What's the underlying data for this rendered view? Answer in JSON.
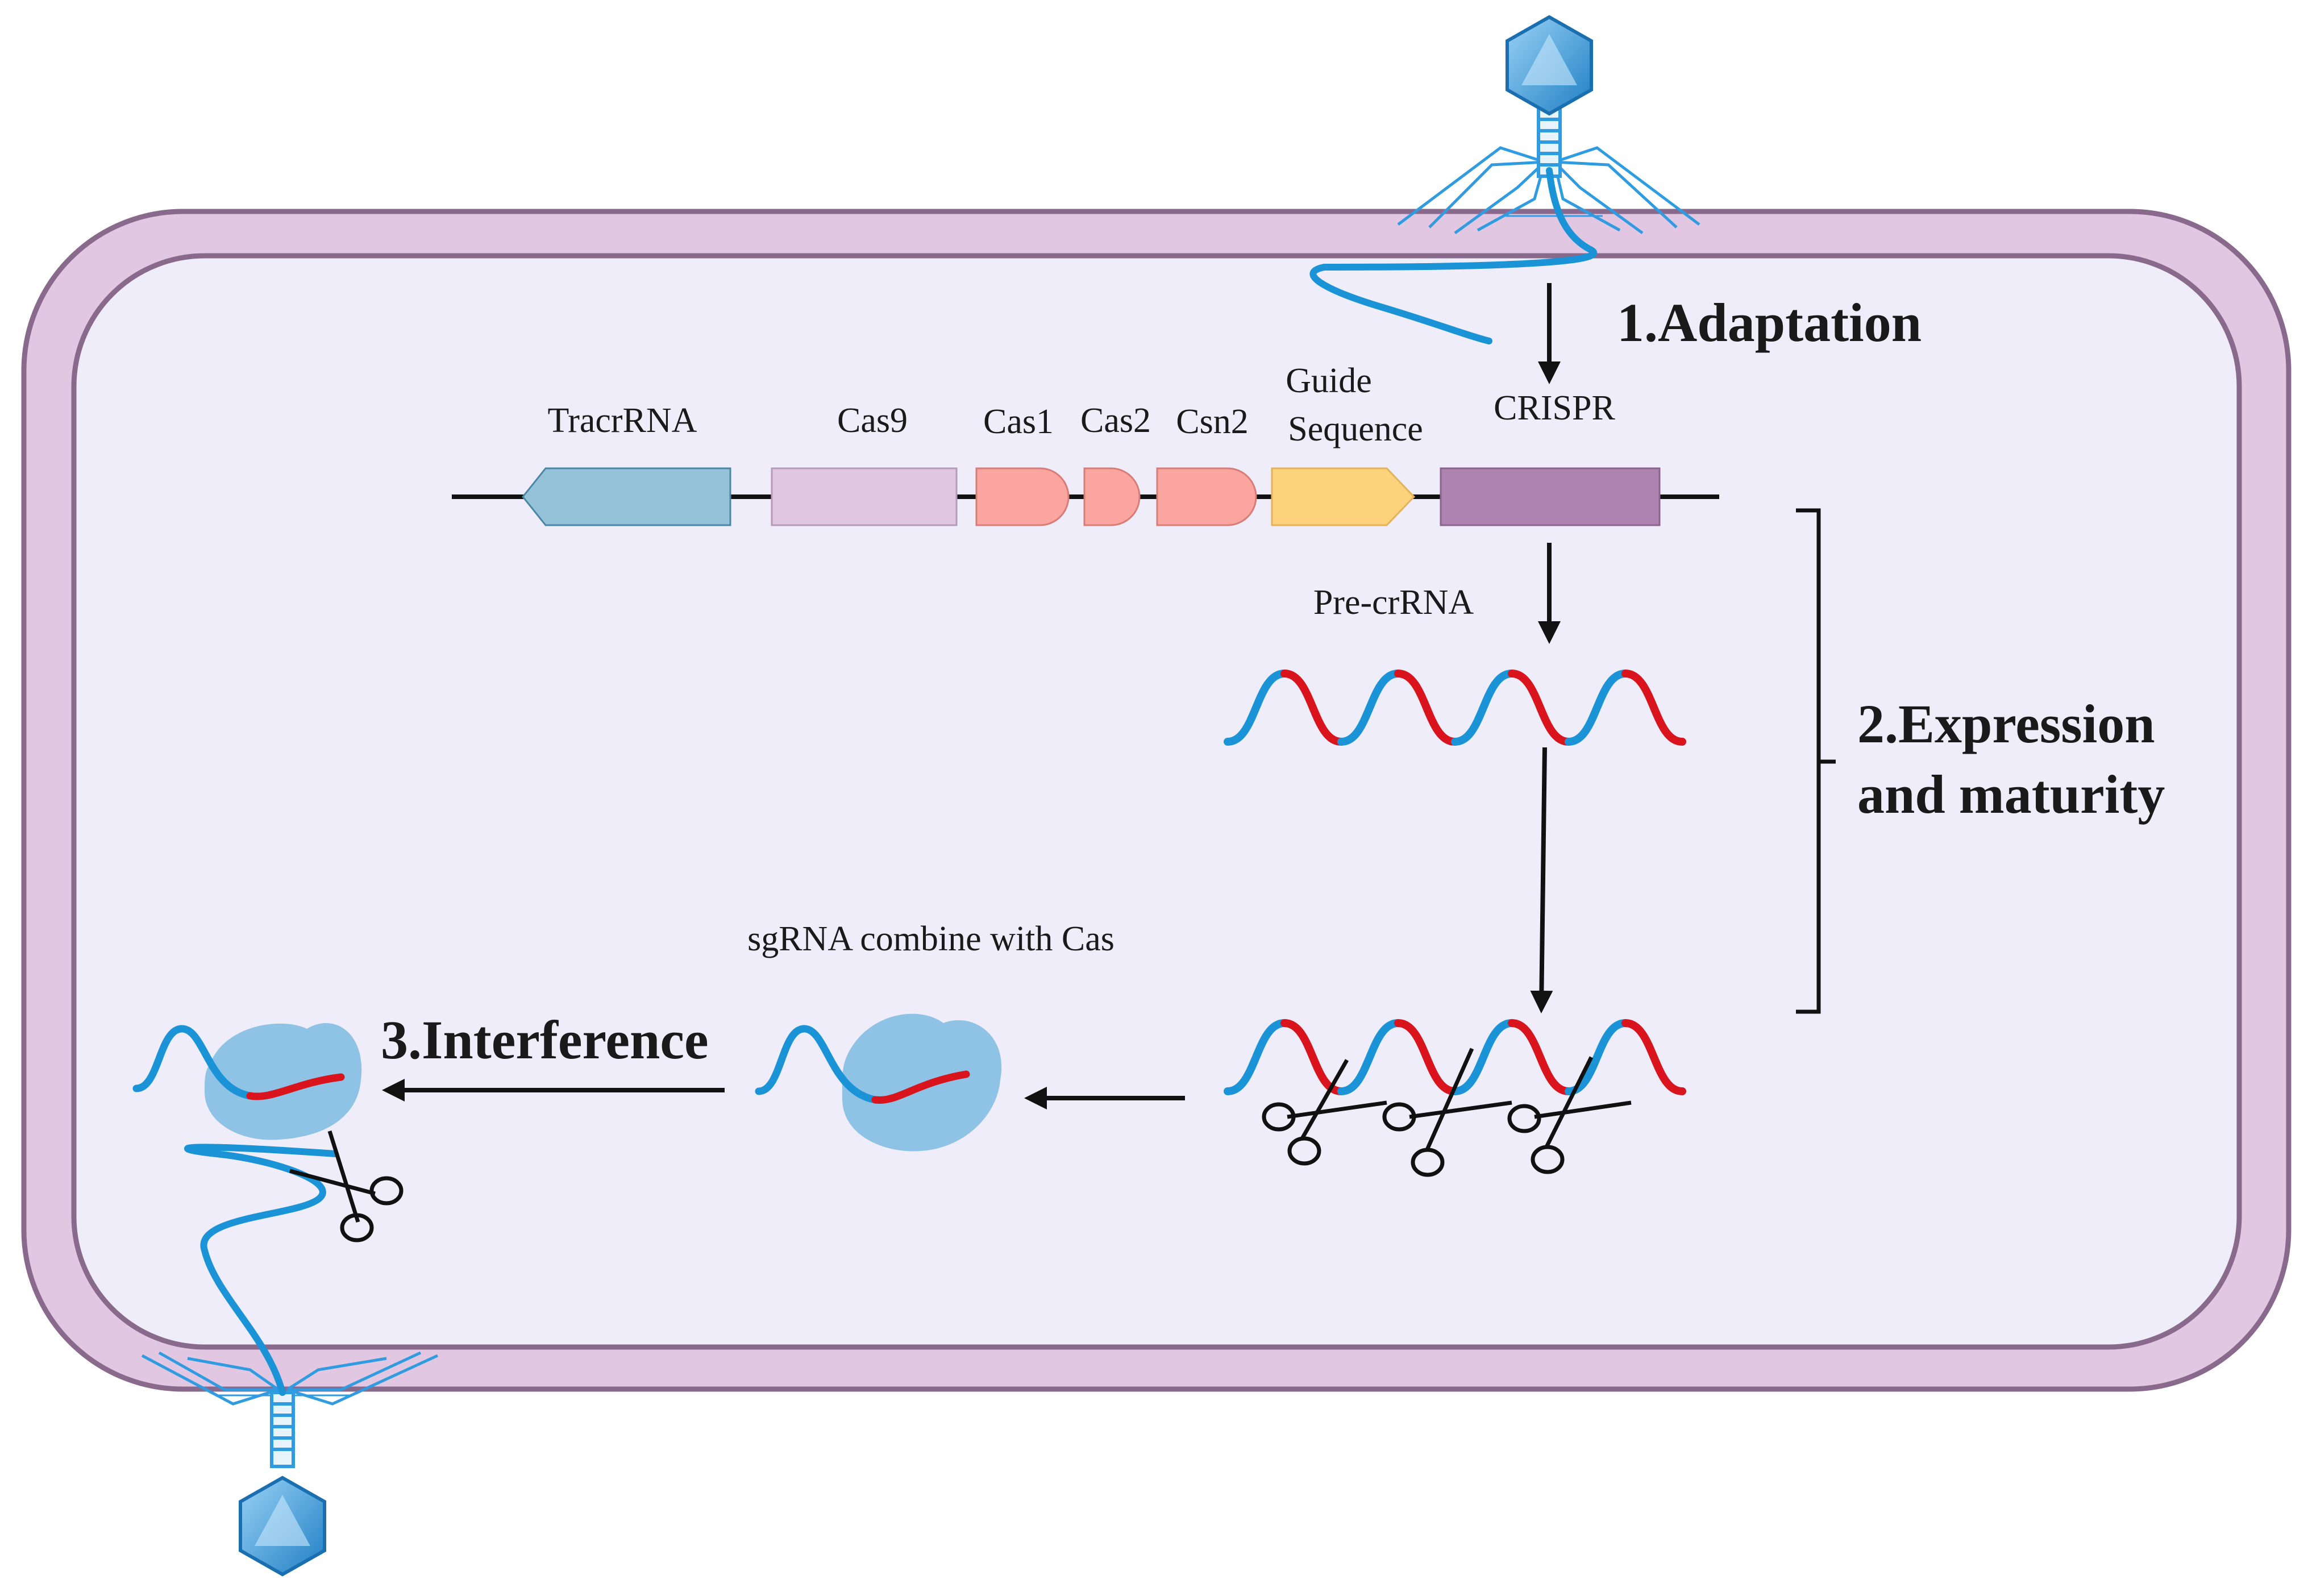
{
  "steps": {
    "adaptation": "1.Adaptation",
    "expression_line1": "2.Expression",
    "expression_line2": "and maturity",
    "interference": "3.Interference"
  },
  "genes": {
    "tracrrna": "TracrRNA",
    "cas9": "Cas9",
    "cas1": "Cas1",
    "cas2": "Cas2",
    "csn2": "Csn2",
    "guide_line1": "Guide",
    "guide_line2": "Sequence",
    "crispr": "CRISPR"
  },
  "labels": {
    "pre_crrna": "Pre-crRNA",
    "sgrna_combine": "sgRNA combine with Cas"
  },
  "colors": {
    "cell_wall": "#e2c7e2",
    "cell_wall_stroke": "#8a6a8c",
    "cytoplasm": "#efedf9",
    "tracrrna": "#94c2d8",
    "cas9": "#e0c8e1",
    "cas_genes": "#faa59f",
    "guide": "#fdd27d",
    "crispr": "#ad84b0",
    "rna_blue": "#1a94d6",
    "rna_red": "#d9141c",
    "cas_protein": "#8ec3e6",
    "phage": "#2f9be0"
  }
}
